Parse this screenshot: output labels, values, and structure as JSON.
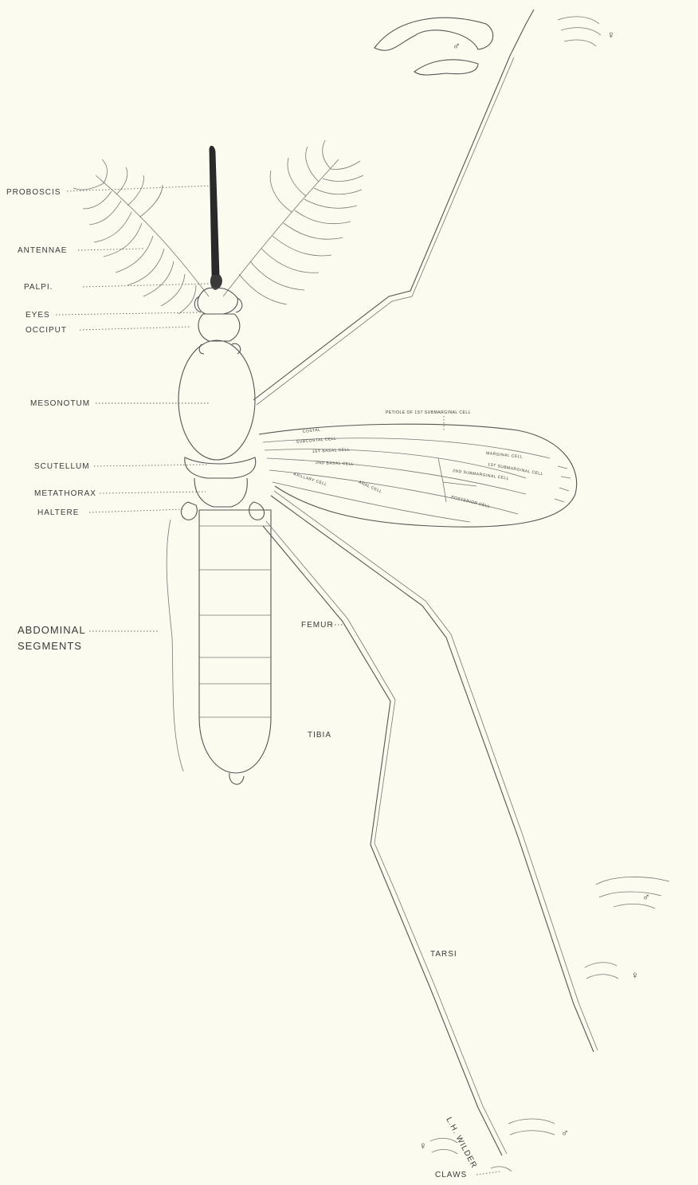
{
  "labels": {
    "proboscis": "PROBOSCIS",
    "antennae": "ANTENNAE",
    "palpi": "PALPI.",
    "eyes": "EYES",
    "occiput": "OCCIPUT",
    "mesonotum": "MESONOTUM",
    "scutellum": "SCUTELLUM",
    "metathorax": "METATHORAX",
    "haltere": "HALTERE",
    "abdominal_1": "ABDOMINAL",
    "abdominal_2": "SEGMENTS",
    "femur": "FEMUR",
    "tibia": "TIBIA",
    "tarsi": "TARSI",
    "claws": "CLAWS",
    "petiole": "PETIOLE OF 1ST SUBMARGINAL CELL",
    "artist": "L.H. WILDER"
  },
  "wing_cells": {
    "costal": "COSTAL",
    "subcostal": "SUBCOSTAL CELL",
    "basal_1": "1ST BASAL CELL",
    "basal_2": "2ND BASAL CELL",
    "axillary": "AXILLARY CELL",
    "anal": "ANAL CELL",
    "marginal": "MARGINAL CELL",
    "submarginal_1": "1ST SUBMARGINAL CELL",
    "submarginal_2": "2ND SUBMARGINAL CELL",
    "posterior": "POSTERIOR CELL"
  },
  "sex_symbols": {
    "male": "♂",
    "female": "♀"
  }
}
